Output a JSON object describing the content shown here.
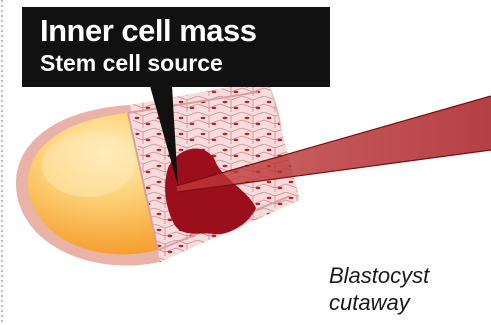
{
  "callout": {
    "title": "Inner cell mass",
    "subtitle": "Stem cell source"
  },
  "caption": {
    "line1": "Blastocyst",
    "line2": "cutaway"
  },
  "colors": {
    "outer_shell": "#f7a73a",
    "shell_highlight": "#fde7b0",
    "shell_rim": "#e9b3a8",
    "cell_tissue": "#f6dcdc",
    "cell_lines": "#c98a8a",
    "cell_nuclei": "#b32626",
    "inner_cell_mass": "#9b0e1c",
    "beam": "#b32a2a",
    "callout_bg": "#111111",
    "callout_text": "#ffffff",
    "caption_text": "#1a1a1a"
  }
}
